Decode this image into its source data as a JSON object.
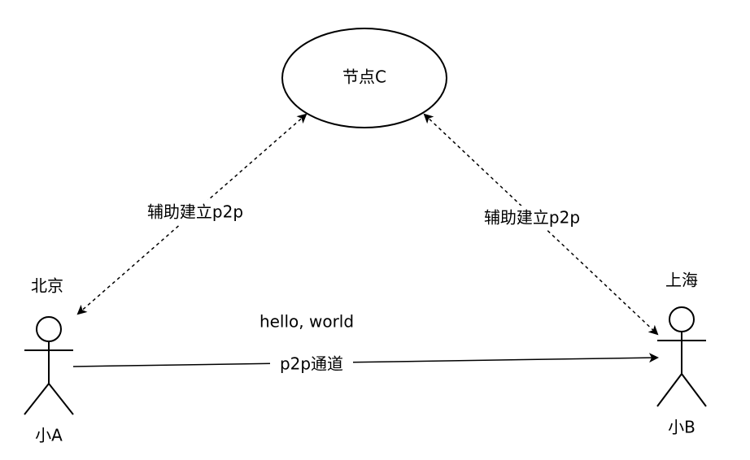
{
  "nodes": {
    "node_c": {
      "label": "节点C"
    },
    "person_a": {
      "name": "小A",
      "location": "北京"
    },
    "person_b": {
      "name": "小B",
      "location": "上海"
    }
  },
  "edges": {
    "assist_left": {
      "label": "辅助建立p2p",
      "style": "dashed",
      "arrows": "both"
    },
    "assist_right": {
      "label": "辅助建立p2p",
      "style": "dashed",
      "arrows": "both"
    },
    "tunnel": {
      "label": "p2p通道",
      "caption": "hello, world",
      "style": "solid",
      "arrows": "end"
    }
  },
  "colors": {
    "stroke": "#000000",
    "background": "#ffffff"
  }
}
